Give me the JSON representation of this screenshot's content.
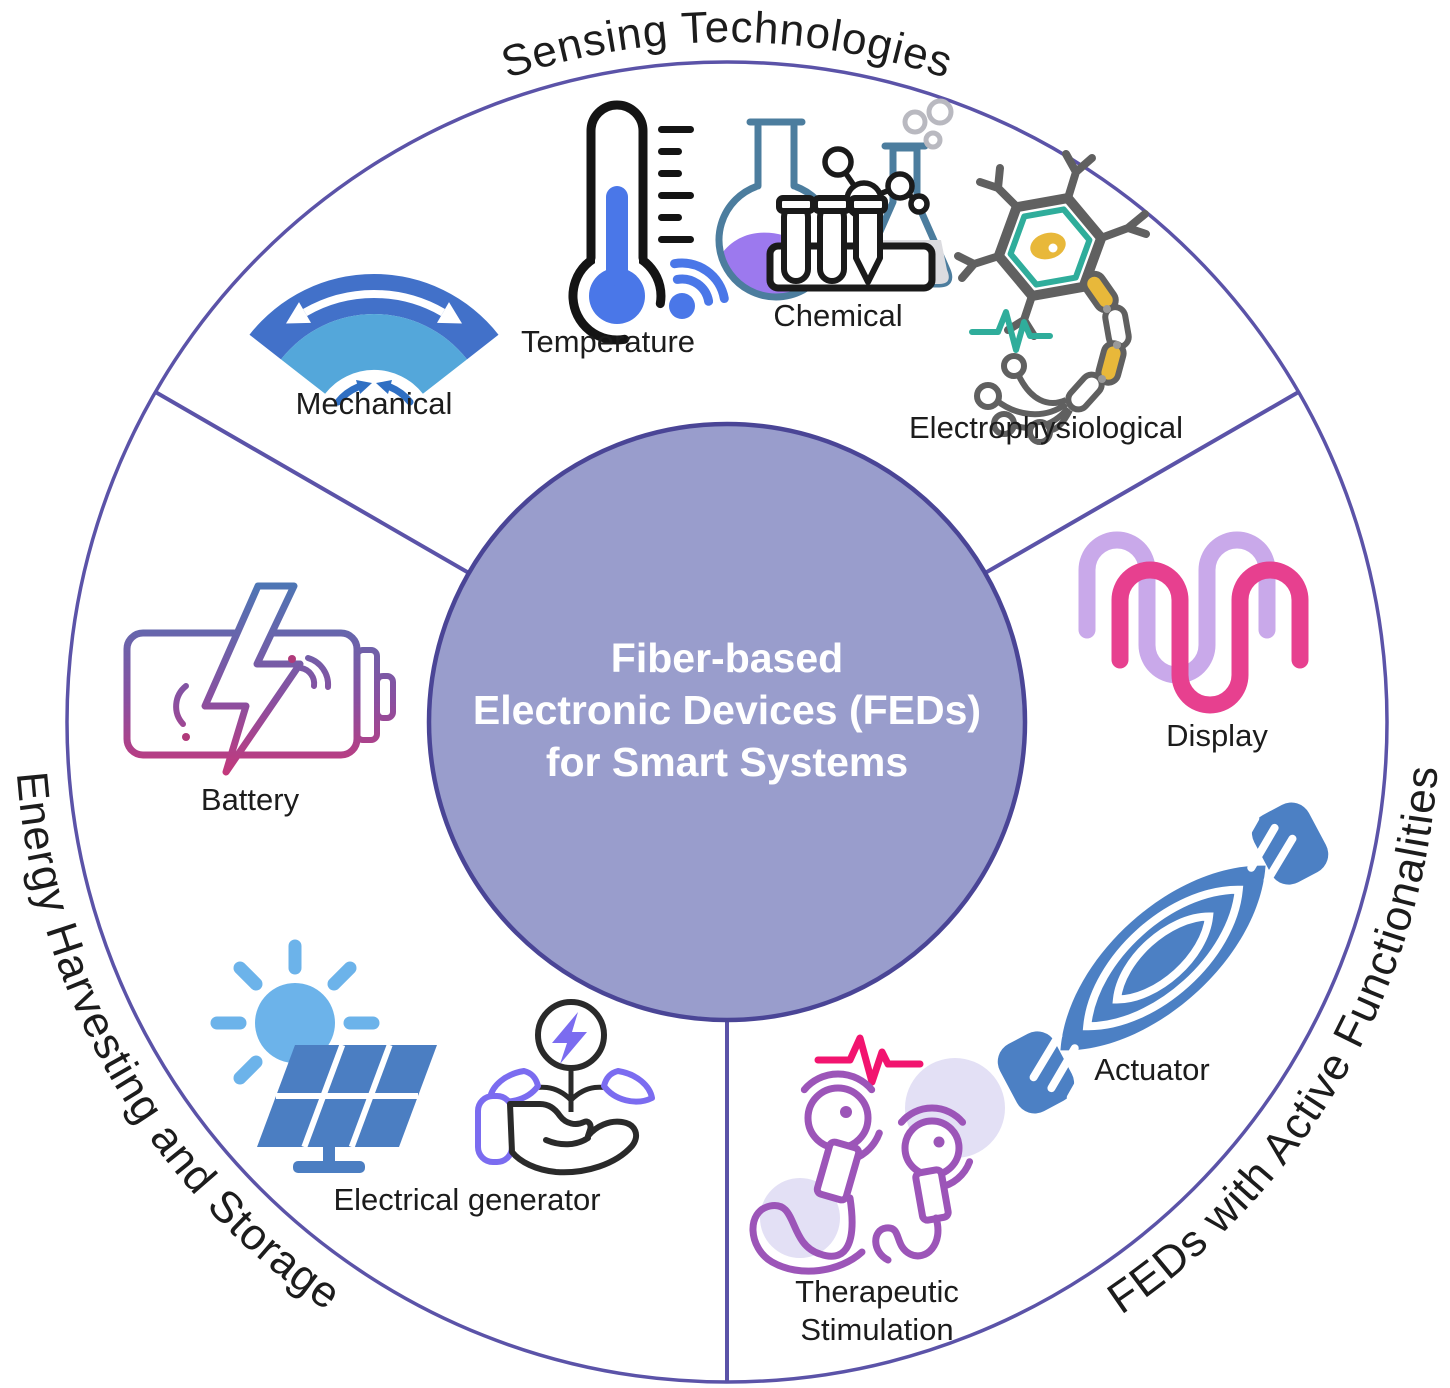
{
  "center": {
    "lines": [
      "Fiber-based",
      "Electronic Devices (FEDs)",
      "for Smart Systems"
    ]
  },
  "sectors": {
    "sensing": {
      "title": "Sensing Technologies",
      "items": [
        {
          "label": "Mechanical",
          "icon": "bend-strain-icon"
        },
        {
          "label": "Temperature",
          "icon": "thermometer-wireless-icon"
        },
        {
          "label": "Chemical",
          "icon": "lab-flasks-icon"
        },
        {
          "label": "Electrophysiological",
          "icon": "neuron-icon"
        }
      ]
    },
    "active": {
      "title": "FEDs with Active Functionalities",
      "items": [
        {
          "label": "Display",
          "icon": "serpentine-fiber-icon"
        },
        {
          "label": "Actuator",
          "icon": "muscle-fiber-icon"
        },
        {
          "label": "Therapeutic Stimulation",
          "line1": "Therapeutic",
          "line2": "Stimulation",
          "icon": "electrode-stimulator-icon"
        }
      ]
    },
    "energy": {
      "title": "Energy Harvesting and Storage",
      "items": [
        {
          "label": "Battery",
          "icon": "battery-bolt-icon"
        },
        {
          "label": "Electrical generator",
          "icon": "solar-plant-hand-icon"
        }
      ]
    }
  },
  "colors": {
    "outer_ring_stroke": "#5B53A8",
    "hub_fill": "#999DCC",
    "hub_stroke": "#4A4596",
    "hub_text": "#FFFFFF",
    "title_text": "#1C1C1C",
    "label_text": "#1C1C1C",
    "mechanical_dark_blue": "#4271C9",
    "mechanical_light_blue": "#54A7DA",
    "thermometer_blue": "#4A77E8",
    "chemical_steel": "#4C7D9E",
    "chemical_purple": "#9C79EE",
    "neuron_gray": "#606060",
    "neuron_teal": "#2FAD9B",
    "neuron_yellow": "#E8B83A",
    "display_purple": "#C9A9EA",
    "display_pink": "#E7408F",
    "actuator_blue": "#4C80C4",
    "therapy_purple": "#9C55B8",
    "therapy_pink": "#F2146F",
    "therapy_lavender": "#E3E0F5",
    "battery_blue": "#4B77B5",
    "battery_pink": "#D8316F",
    "sun_blue": "#6CB3EA",
    "panel_blue": "#4B7EC2",
    "plant_purple": "#7B6CF0"
  }
}
